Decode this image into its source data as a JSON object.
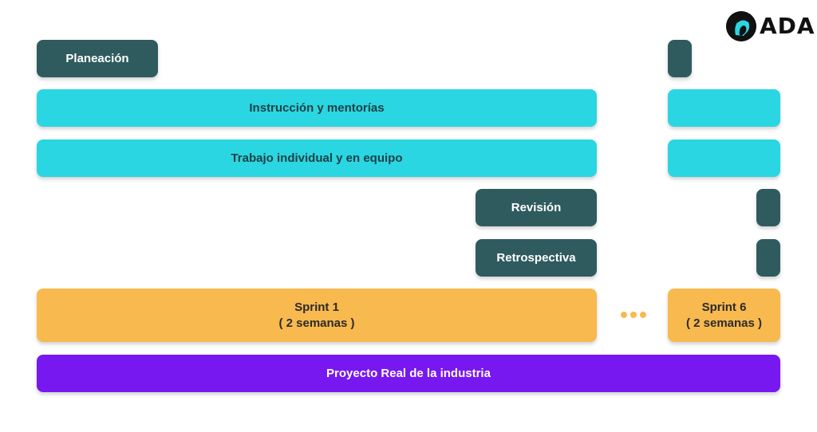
{
  "brand": {
    "name": "ADA"
  },
  "rows": {
    "planeacion": "Planeación",
    "instruccion": "Instrucción y mentorías",
    "trabajo": "Trabajo individual y en equipo",
    "revision": "Revisión",
    "retrospectiva": "Retrospectiva"
  },
  "sprints": [
    {
      "name": "Sprint 1",
      "duration": "( 2 semanas )"
    },
    {
      "name": "Sprint 6",
      "duration": "( 2 semanas )"
    }
  ],
  "project": "Proyecto Real de la industria",
  "colors": {
    "dark": "#2f5b5f",
    "cyan": "#2ad6e2",
    "orange": "#f8b94e",
    "purple": "#7818f0"
  }
}
